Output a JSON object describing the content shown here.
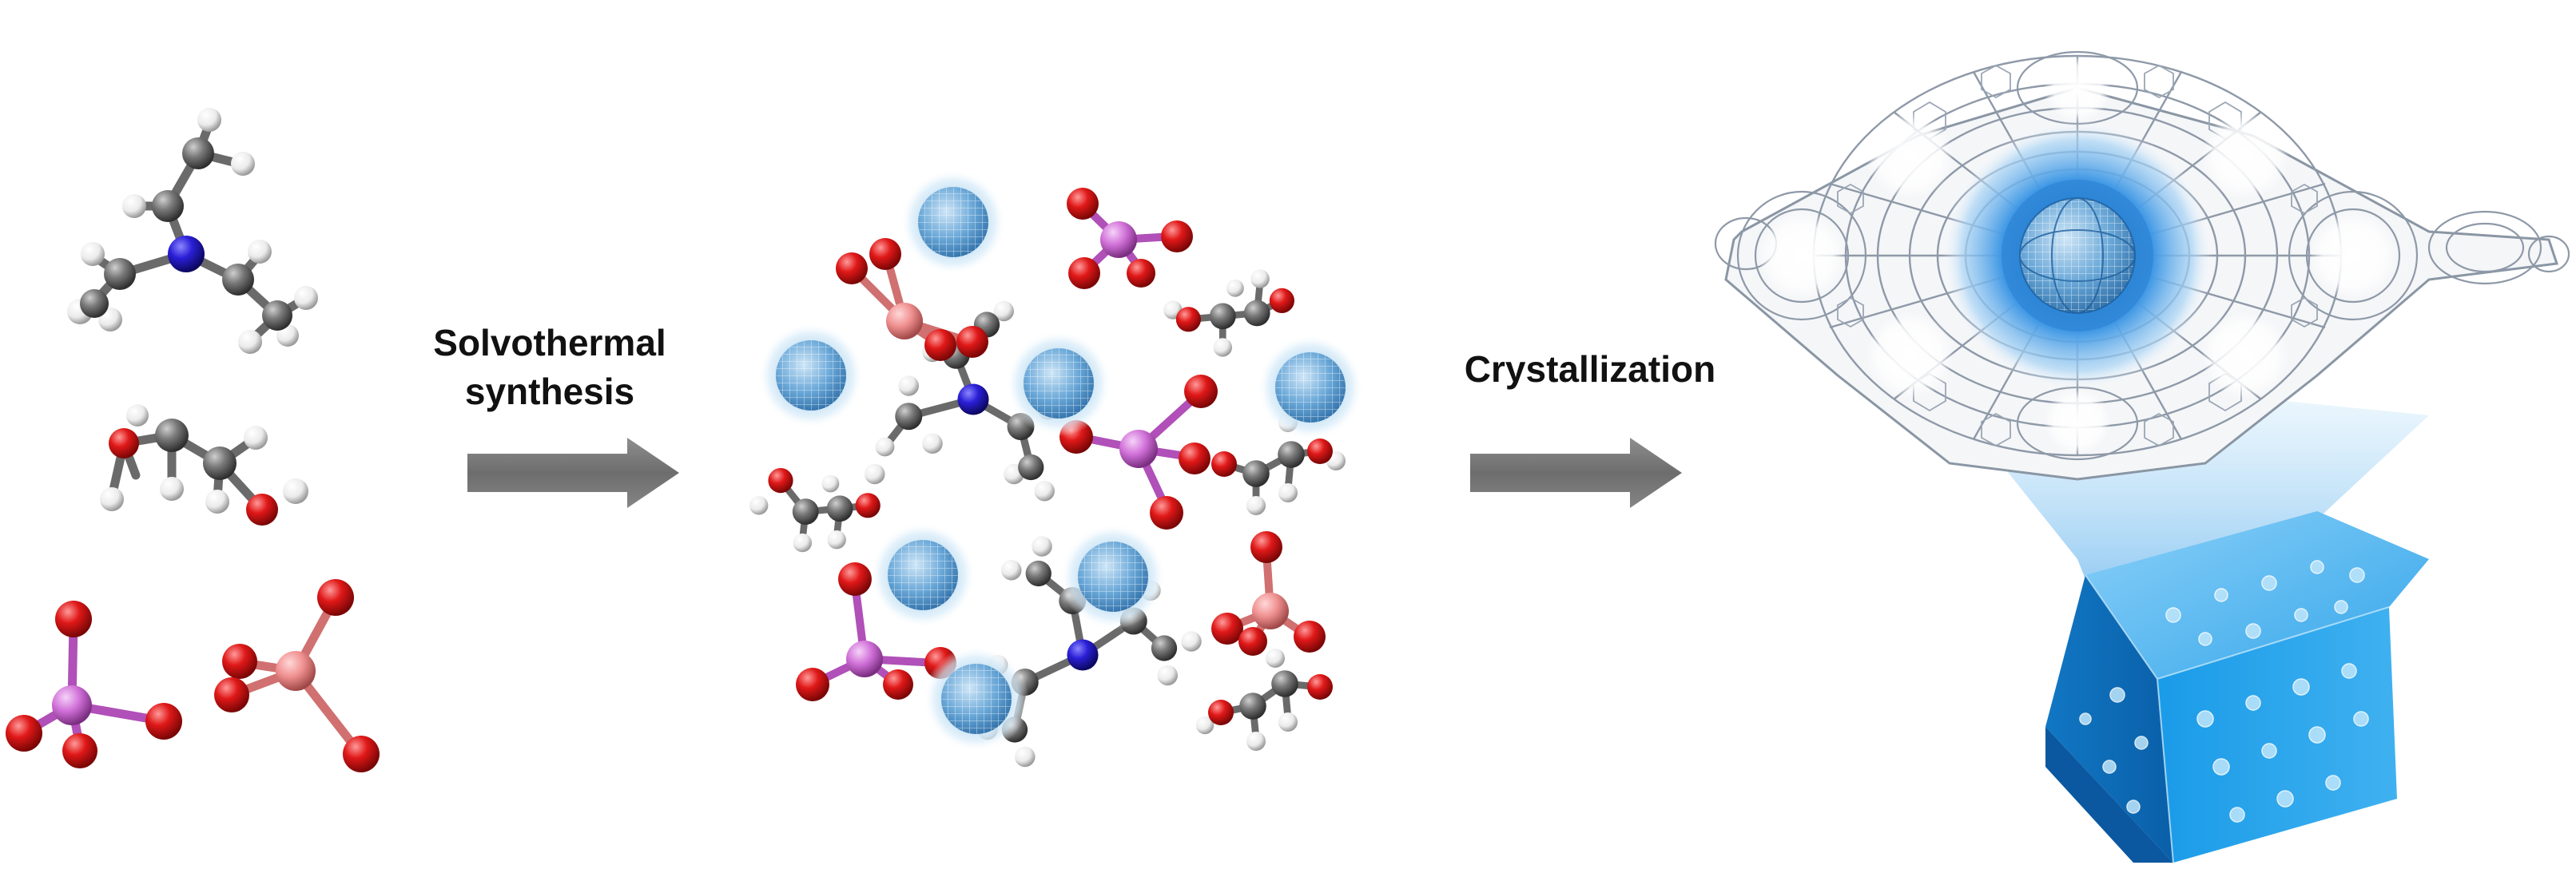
{
  "steps": [
    {
      "label_lines": [
        "Solvothermal",
        "synthesis"
      ]
    },
    {
      "label_lines": [
        "Crystallization"
      ]
    }
  ],
  "colors": {
    "carbon": "#707070",
    "hydrogen": "#f2f2f2",
    "nitrogen": "#2a1fd6",
    "oxygen": "#e01818",
    "phosphorus": "#d070d8",
    "aluminum": "#f09090",
    "arrow": "#7a7a7a",
    "cage": "#5a9fd6",
    "crystal": "#1e9be6",
    "framework": "#9aa6b4"
  }
}
